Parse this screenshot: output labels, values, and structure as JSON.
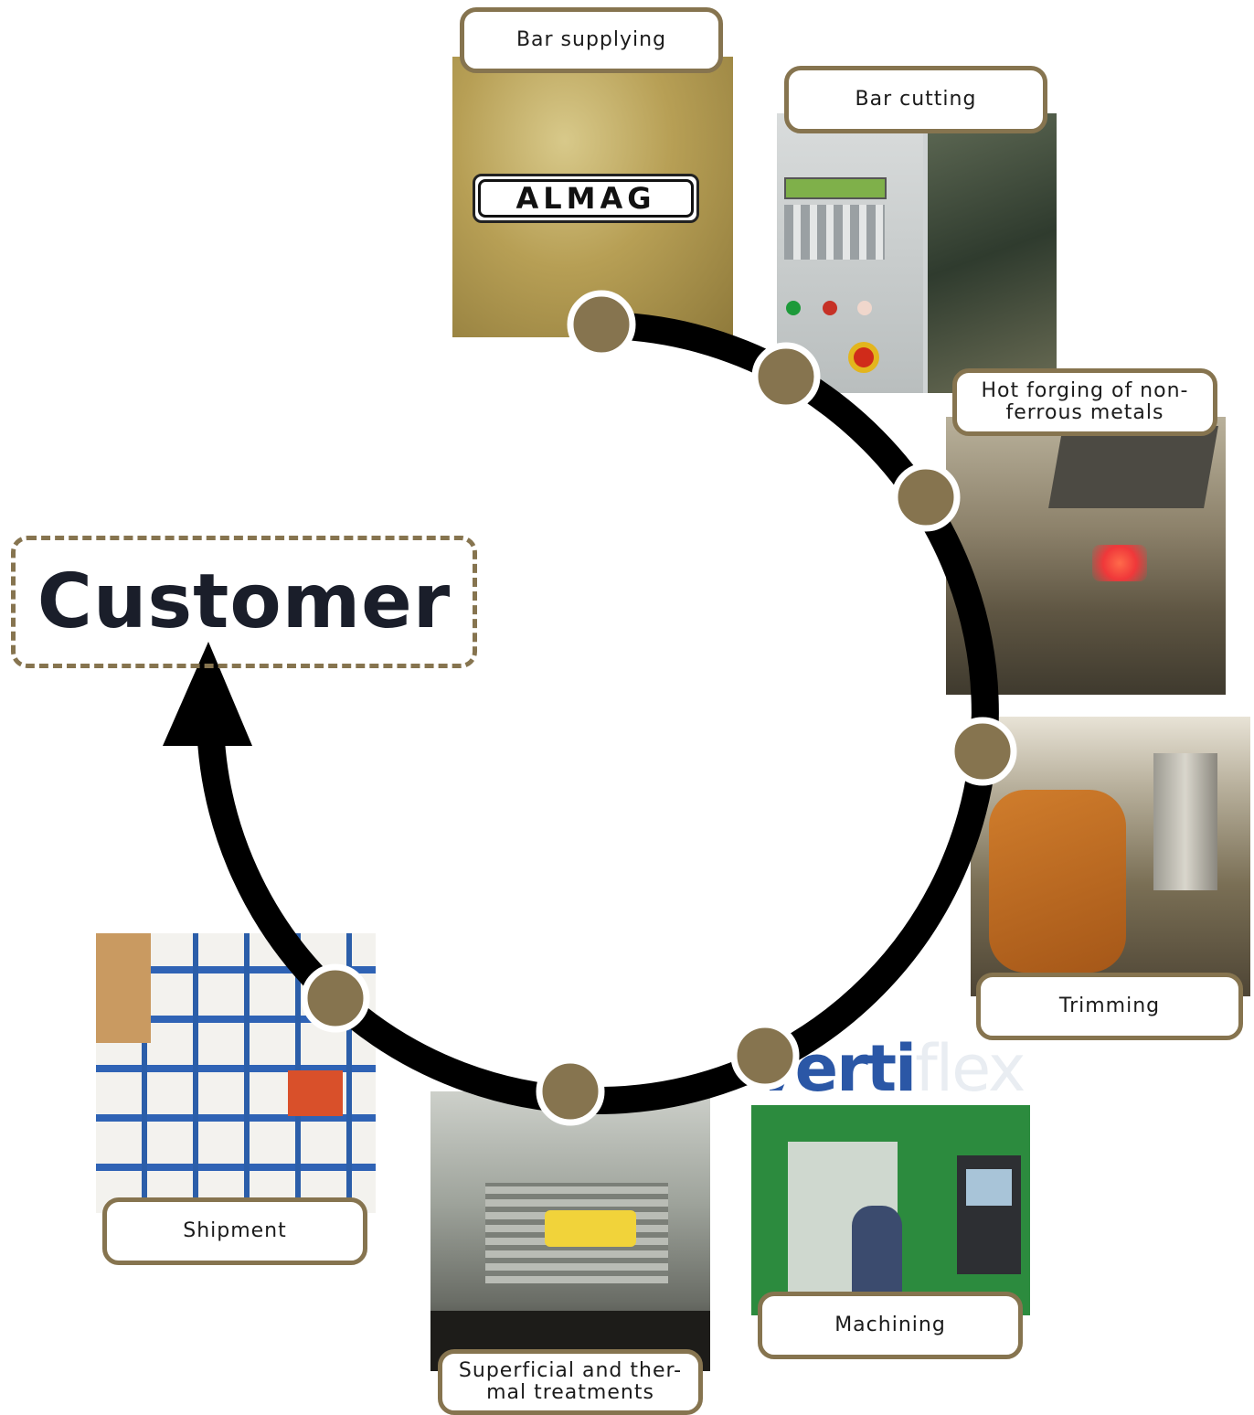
{
  "customer": {
    "label": "Customer"
  },
  "steps": [
    {
      "label": "Bar supplying"
    },
    {
      "label": "Bar cutting"
    },
    {
      "label": "Hot forging of non-\nferrous metals"
    },
    {
      "label": "Trimming"
    },
    {
      "label": "Machining"
    },
    {
      "label": "Superficial and ther-\nmal treatments"
    },
    {
      "label": "Shipment"
    }
  ],
  "photos": {
    "bar_supplying_logo": "ALMAG",
    "machining_logo": {
      "part1": "verti",
      "part2": "flex"
    }
  },
  "colors": {
    "accent": "#86744f",
    "cycle_line": "#000000",
    "customer_text": "#1a1e2a"
  }
}
